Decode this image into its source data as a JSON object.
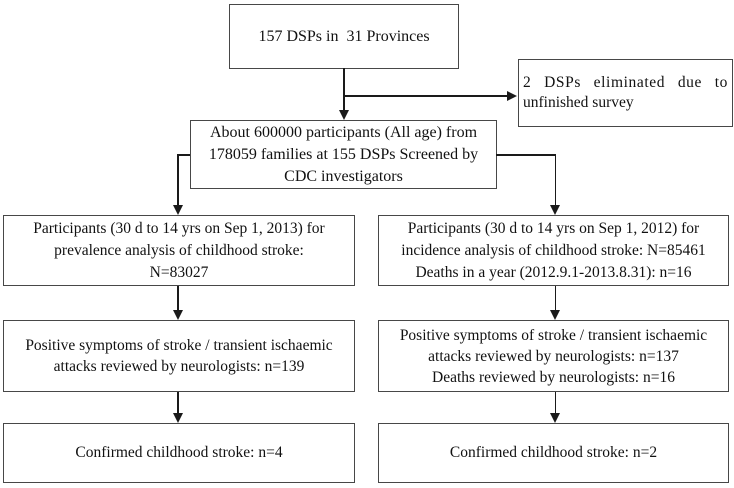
{
  "colors": {
    "background": "#ffffff",
    "box_border": "#474747",
    "text": "#111111",
    "connector": "#1a1a1a"
  },
  "flowchart": {
    "dsps_total": {
      "lines": [
        "157 DSPs in  31 Provinces"
      ]
    },
    "eliminated": {
      "lines": [
        "2 DSPs eliminated due to",
        "unfinished survey"
      ]
    },
    "screened": {
      "lines": [
        "About 600000 participants (All age) from",
        "178059 families at 155 DSPs Screened by",
        "CDC investigators"
      ]
    },
    "prevalence": {
      "lines": [
        "Participants (30 d to 14 yrs on Sep 1, 2013) for",
        "prevalence analysis of childhood stroke:",
        "N=83027"
      ]
    },
    "incidence": {
      "lines": [
        "Participants (30 d to 14 yrs on Sep 1, 2012) for",
        "incidence analysis of childhood stroke: N=85461",
        "Deaths in a year (2012.9.1-2013.8.31): n=16"
      ]
    },
    "positive_prevalence": {
      "lines": [
        "Positive symptoms of stroke / transient ischaemic",
        "attacks reviewed by neurologists: n=139"
      ]
    },
    "positive_incidence": {
      "lines": [
        "Positive symptoms of stroke / transient ischaemic",
        "attacks reviewed by neurologists: n=137",
        "Deaths reviewed by neurologists: n=16"
      ]
    },
    "confirmed_prevalence": {
      "lines": [
        "Confirmed childhood stroke: n=4"
      ]
    },
    "confirmed_incidence": {
      "lines": [
        "Confirmed childhood stroke: n=2"
      ]
    }
  }
}
